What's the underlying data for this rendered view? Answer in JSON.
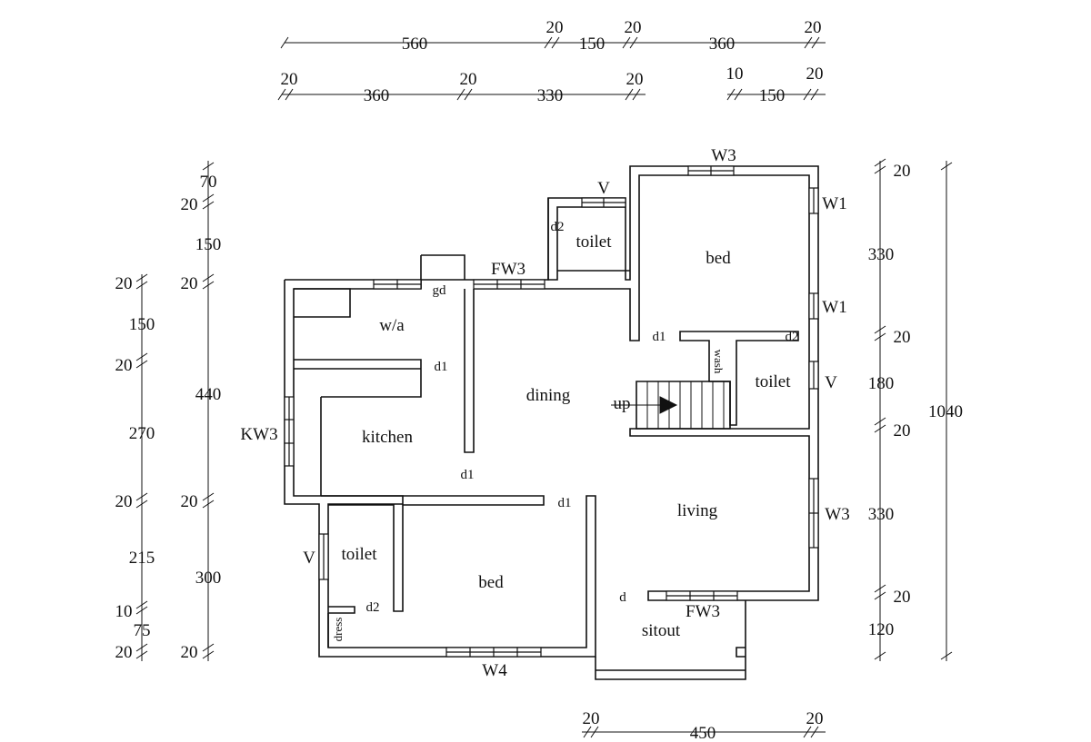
{
  "rooms": {
    "bed_top": "bed",
    "toilet_top": "toilet",
    "wa": "w/a",
    "dining": "dining",
    "toilet_right": "toilet",
    "kitchen": "kitchen",
    "living": "living",
    "toilet_bottom": "toilet",
    "bed_bottom": "bed",
    "sitout": "sitout",
    "wash": "wash",
    "dress": "dress"
  },
  "openings": {
    "w3_top": "W3",
    "v_top": "V",
    "w1_a": "W1",
    "w1_b": "W1",
    "fw3_top": "FW3",
    "gd": "gd",
    "d2_toilet_top": "d2",
    "d1_bed_top": "d1",
    "d2_toilet_right": "d2",
    "d1_wa": "d1",
    "v_right": "V",
    "up": "up",
    "kw3": "KW3",
    "d1_kitchen": "d1",
    "d1_bed_bottom": "d1",
    "w3_right": "W3",
    "v_left": "V",
    "d2_toilet_bottom": "d2",
    "d_sitout": "d",
    "fw3_bottom": "FW3",
    "w4": "W4"
  },
  "dimensions": {
    "top_row1": [
      "560",
      "20",
      "150",
      "20",
      "360",
      "20"
    ],
    "top_row2": [
      "20",
      "360",
      "20",
      "330",
      "20",
      "10",
      "150",
      "20"
    ],
    "left_outer": [
      "20",
      "150",
      "20",
      "270",
      "20",
      "215",
      "10",
      "75",
      "20"
    ],
    "left_inner": [
      "70",
      "20",
      "150",
      "20",
      "440",
      "20",
      "300",
      "20"
    ],
    "right_inner": [
      "20",
      "330",
      "20",
      "180",
      "20",
      "330",
      "20",
      "120"
    ],
    "right_total": "1040",
    "bottom_row": [
      "20",
      "450",
      "20"
    ]
  }
}
